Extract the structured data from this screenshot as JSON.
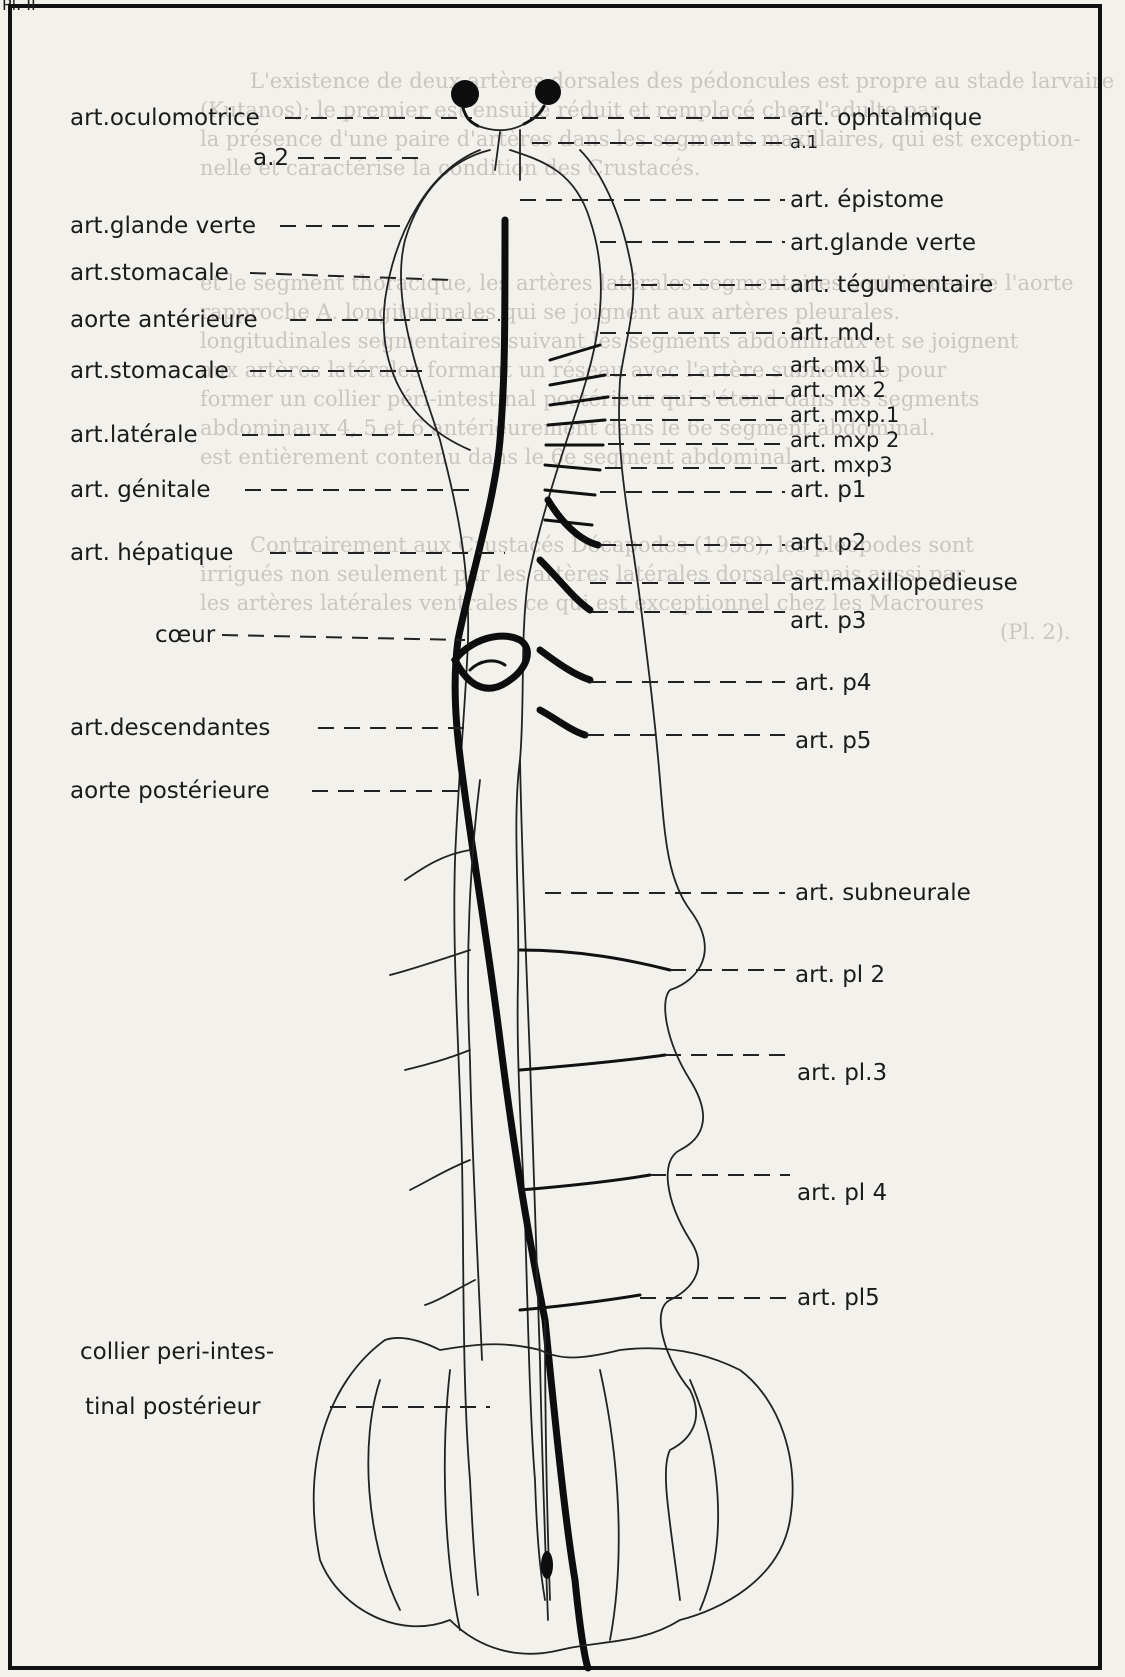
{
  "corner_mark": "Pl. II",
  "background_text": [
    "L'existence de deux artères dorsales des pédoncules est propre au stade larvaire",
    "(Kutanos); le premier est ensuite réduit et remplacé chez l'adulte par",
    "la présence d'une paire d'artères dans les segments maxillaires, qui est exception-",
    "nelle et caractérise la condition des Crustacés.",
    "et le segment thoracique, les artères latérales segmentaires sont issues de l'aorte",
    "rapproche A. longitudinales qui se joignent aux artères pleurales.",
    "longitudinales segmentaires suivant les segments abdominaux et se joignent",
    "aux artères latérales formant un réseau avec l'artère subneurale pour",
    "former un collier péri-intestinal postérieur qui s'étend dans les segments",
    "abdominaux 4, 5 et 6 antérieurement dans le 6e segment abdominal.",
    "est entièrement contenu dans le 6e segment abdominal.",
    "Contrairement aux Crustacés Décapodes (1958), les pleopodes sont",
    "irrigués non seulement par les artères latérales dorsales mais aussi par",
    "les artères latérales ventrales ce qui est exceptionnel chez les Macroures",
    "(Pl. 2)."
  ],
  "labels_left": [
    {
      "id": "oculomotrice",
      "text": "art.oculomotrice"
    },
    {
      "id": "a2",
      "text": "a.2"
    },
    {
      "id": "glande-verte",
      "text": "art.glande verte"
    },
    {
      "id": "stomacale-1",
      "text": "art.stomacale"
    },
    {
      "id": "aorte-anterieure",
      "text": "aorte antérieure"
    },
    {
      "id": "stomacale-2",
      "text": "art.stomacale"
    },
    {
      "id": "laterale",
      "text": "art.latérale"
    },
    {
      "id": "genitale",
      "text": "art. génitale"
    },
    {
      "id": "hepatique",
      "text": "art. hépatique"
    },
    {
      "id": "coeur",
      "text": "cœur"
    },
    {
      "id": "descendantes",
      "text": "art.descendantes"
    },
    {
      "id": "aorte-posterieure",
      "text": "aorte postérieure"
    },
    {
      "id": "collier-1",
      "text": "collier peri-intes-"
    },
    {
      "id": "collier-2",
      "text": "tinal postérieur"
    }
  ],
  "labels_right": [
    {
      "id": "ophtalmique",
      "text": "art. ophtalmique"
    },
    {
      "id": "a1",
      "text": "a.1"
    },
    {
      "id": "epistome",
      "text": "art. épistome"
    },
    {
      "id": "glande-verte-r",
      "text": "art.glande verte"
    },
    {
      "id": "tegumentaire",
      "text": "art. tégumentaire"
    },
    {
      "id": "md",
      "text": "art. md."
    },
    {
      "id": "mx1",
      "text": "art. mx 1"
    },
    {
      "id": "mx2",
      "text": "art. mx 2"
    },
    {
      "id": "mxp1",
      "text": "art. mxp.1"
    },
    {
      "id": "mxp2",
      "text": "art. mxp 2"
    },
    {
      "id": "mxp3",
      "text": "art. mxp3"
    },
    {
      "id": "p1",
      "text": "art. p1"
    },
    {
      "id": "p2",
      "text": "art. p2"
    },
    {
      "id": "maxillopedieuse",
      "text": "art.maxillopedieuse"
    },
    {
      "id": "p3",
      "text": "art. p3"
    },
    {
      "id": "p4",
      "text": "art. p4"
    },
    {
      "id": "p5",
      "text": "art. p5"
    },
    {
      "id": "subneurale",
      "text": "art. subneurale"
    },
    {
      "id": "pl2",
      "text": "art. pl 2"
    },
    {
      "id": "pl3",
      "text": "art. pl.3"
    },
    {
      "id": "pl4",
      "text": "art. pl 4"
    },
    {
      "id": "pl5",
      "text": "art. pl5"
    }
  ]
}
